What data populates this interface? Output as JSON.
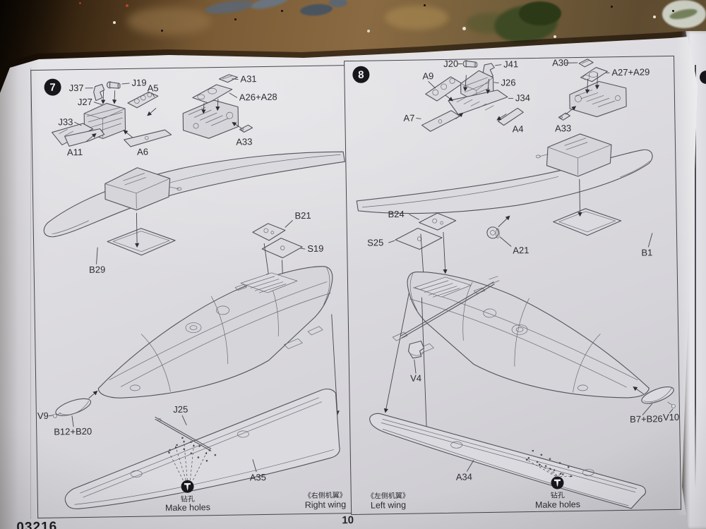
{
  "page": {
    "kit_number": "03216",
    "page_number": "10"
  },
  "colors": {
    "paper": "#dcdbe0",
    "ink": "#45444c",
    "table_brown": "#7b5c36",
    "stain_green": "#36431f",
    "stain_blue": "#5c6672",
    "badge_bg": "#17171b"
  },
  "steps": [
    {
      "number": "7",
      "wing_caption_cn": "《右侧机翼》",
      "wing_caption_en": "Right wing",
      "drill_cn": "钻孔",
      "drill_en": "Make holes",
      "labels": {
        "J37": "J37",
        "J19": "J19",
        "A5": "A5",
        "J27": "J27",
        "J33": "J33",
        "A11": "A11",
        "A6": "A6",
        "A31": "A31",
        "A26_A28": "A26+A28",
        "A33": "A33",
        "B29": "B29",
        "B21": "B21",
        "S19": "S19",
        "V9": "V9",
        "B12_B20": "B12+B20",
        "J25": "J25",
        "A35": "A35"
      }
    },
    {
      "number": "8",
      "wing_caption_cn": "《左侧机翼》",
      "wing_caption_en": "Left wing",
      "drill_cn": "钻孔",
      "drill_en": "Make holes",
      "labels": {
        "J20": "J20",
        "J41": "J41",
        "A9": "A9",
        "J26": "J26",
        "J34": "J34",
        "A7": "A7",
        "A4": "A4",
        "A30": "A30",
        "A27_A29": "A27+A29",
        "A33": "A33",
        "B24": "B24",
        "S25": "S25",
        "A21": "A21",
        "B1": "B1",
        "V4": "V4",
        "A34": "A34",
        "B7_B26": "B7+B26",
        "V10": "V10"
      }
    }
  ]
}
